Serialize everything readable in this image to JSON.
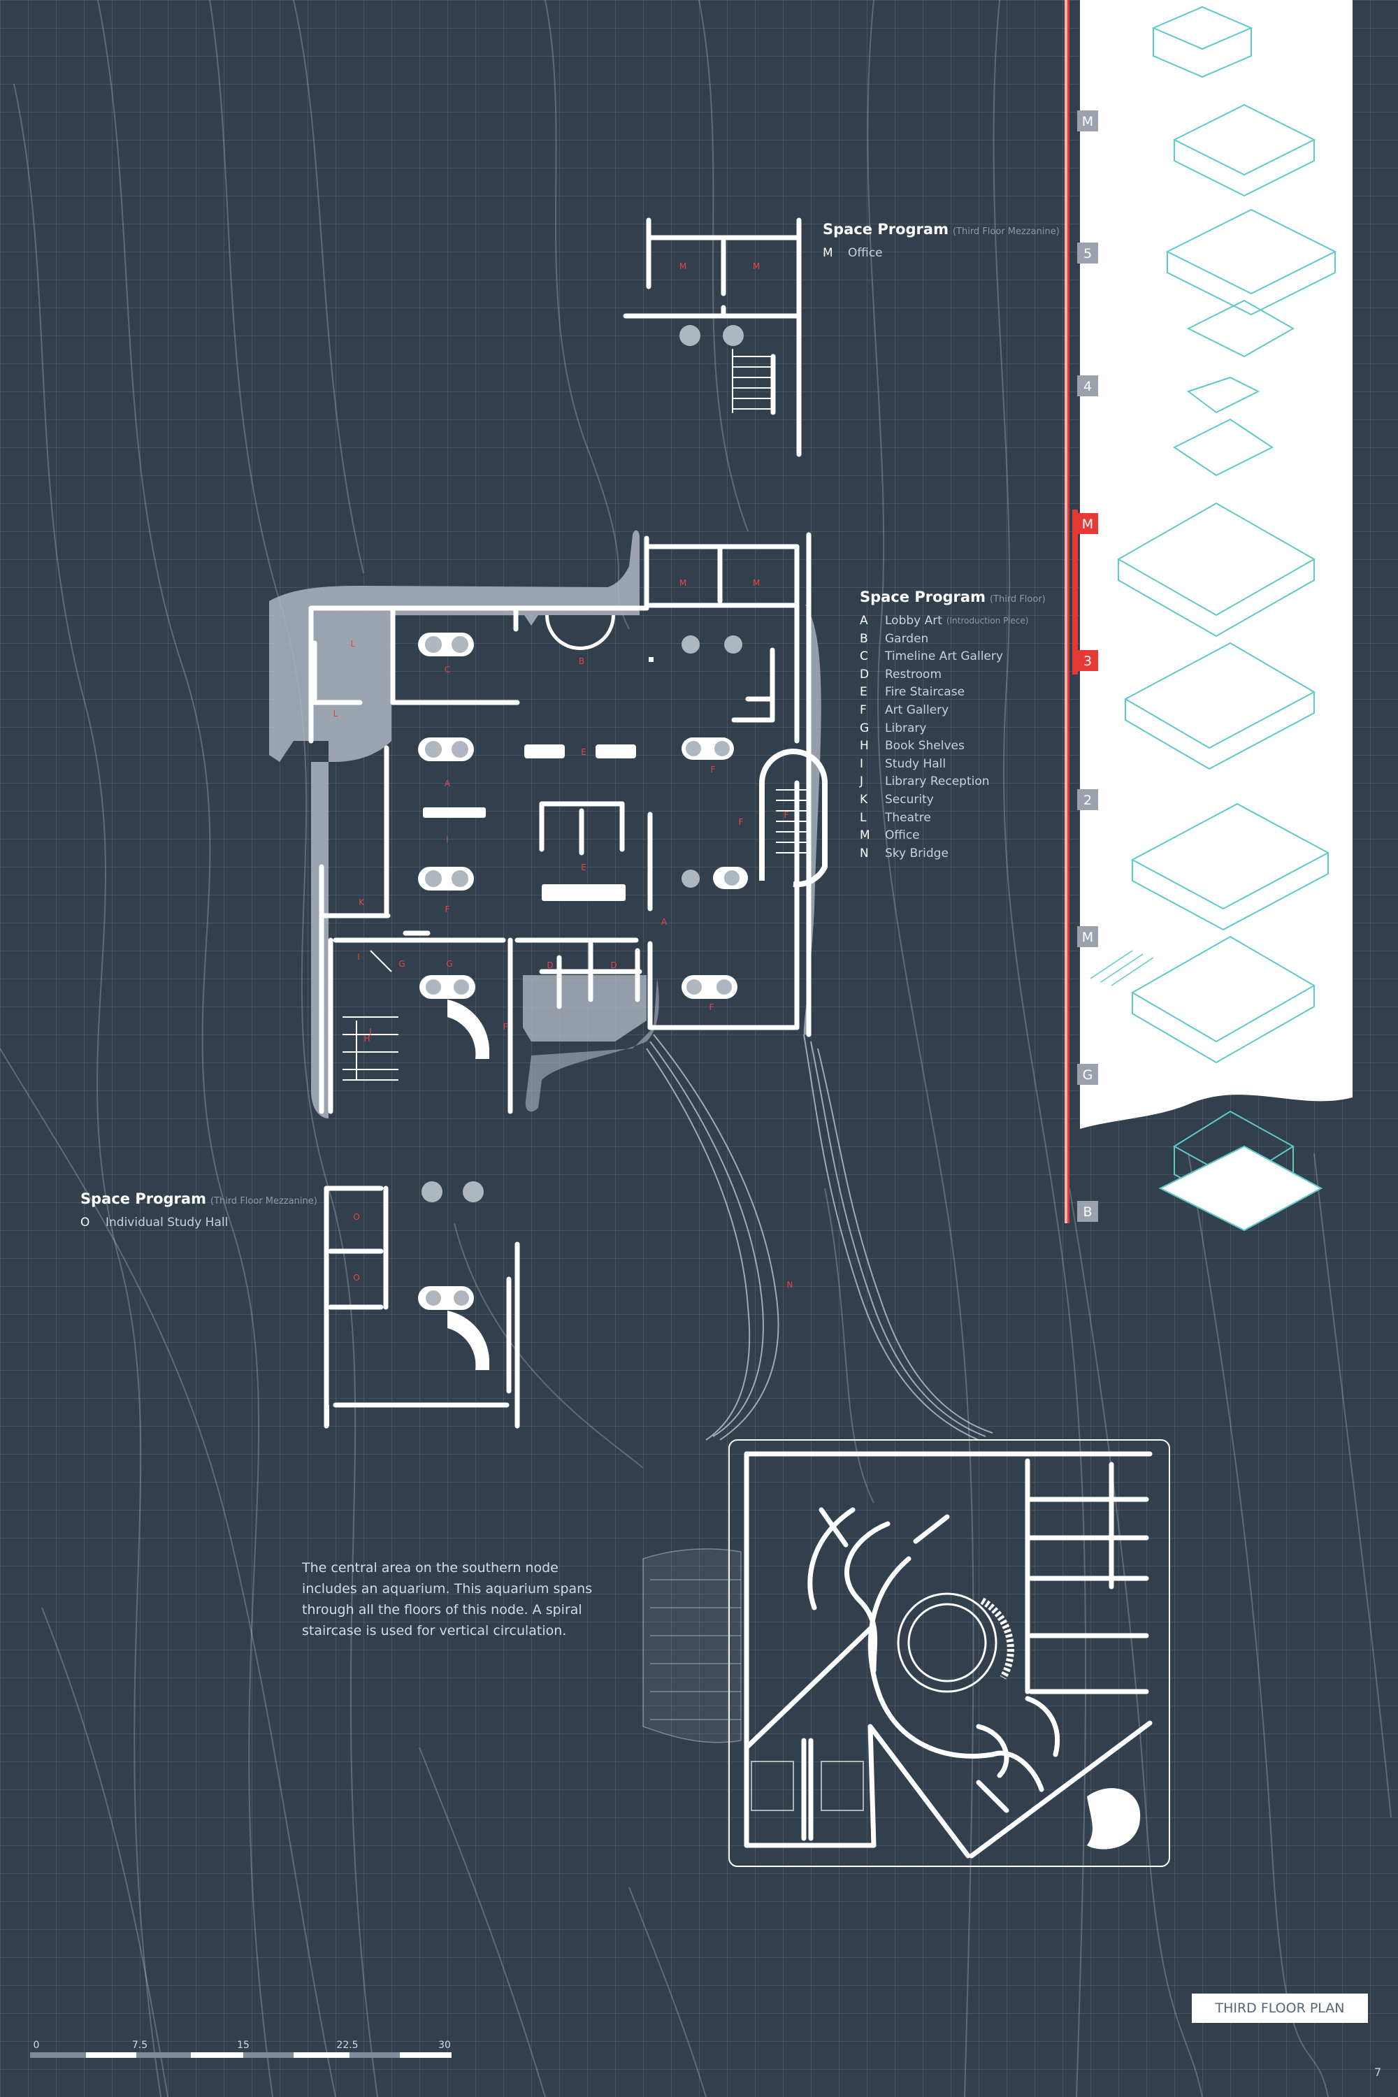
{
  "space_programs": {
    "mezzanine_top": {
      "title": "Space Program",
      "subtitle": "(Third Floor Mezzanine)",
      "items": [
        {
          "letter": "M",
          "name": "Office"
        }
      ]
    },
    "third_floor": {
      "title": "Space Program",
      "subtitle": "(Third Floor)",
      "items": [
        {
          "letter": "A",
          "name": "Lobby Art",
          "note": "(Introduction Piece)"
        },
        {
          "letter": "B",
          "name": "Garden"
        },
        {
          "letter": "C",
          "name": "Timeline Art Gallery"
        },
        {
          "letter": "D",
          "name": "Restroom"
        },
        {
          "letter": "E",
          "name": "Fire Staircase"
        },
        {
          "letter": "F",
          "name": "Art Gallery"
        },
        {
          "letter": "G",
          "name": "Library"
        },
        {
          "letter": "H",
          "name": "Book Shelves"
        },
        {
          "letter": "I",
          "name": "Study Hall"
        },
        {
          "letter": "J",
          "name": "Library Reception"
        },
        {
          "letter": "K",
          "name": "Security"
        },
        {
          "letter": "L",
          "name": "Theatre"
        },
        {
          "letter": "M",
          "name": "Office"
        },
        {
          "letter": "N",
          "name": "Sky Bridge"
        }
      ]
    },
    "mezzanine_bottom": {
      "title": "Space Program",
      "subtitle": "(Third Floor Mezzanine)",
      "items": [
        {
          "letter": "O",
          "name": "Individual Study Hall"
        }
      ]
    }
  },
  "description": "The central area on the southern node includes an aquarium. This aquarium spans through all the floors of this node. A spiral staircase is used for vertical circulation.",
  "plan_title": "THIRD FLOOR PLAN",
  "page_number": "7",
  "scale_bar": {
    "labels": [
      "0",
      "7.5",
      "15",
      "22.5",
      "30"
    ]
  },
  "floor_levels": {
    "labels": [
      "M",
      "5",
      "4",
      "M",
      "3",
      "2",
      "M",
      "G",
      "B"
    ],
    "active": [
      3,
      4
    ]
  },
  "room_labels": {
    "mezz_top": [
      "M",
      "M"
    ],
    "plan": [
      "M",
      "M",
      "L",
      "L",
      "C",
      "B",
      "E",
      "A",
      "F",
      "F",
      "F",
      "I",
      "F",
      "E",
      "A",
      "K",
      "I",
      "G",
      "F",
      "J",
      "G",
      "D",
      "D",
      "H",
      "F"
    ],
    "mezz_bottom": [
      "O",
      "O"
    ],
    "bridge": [
      "N"
    ]
  },
  "colors": {
    "background": "#323f4d",
    "accent": "#e53935",
    "wall": "#ffffff",
    "level_box": "#9aa3ad",
    "axon": "#5fc9c8"
  }
}
